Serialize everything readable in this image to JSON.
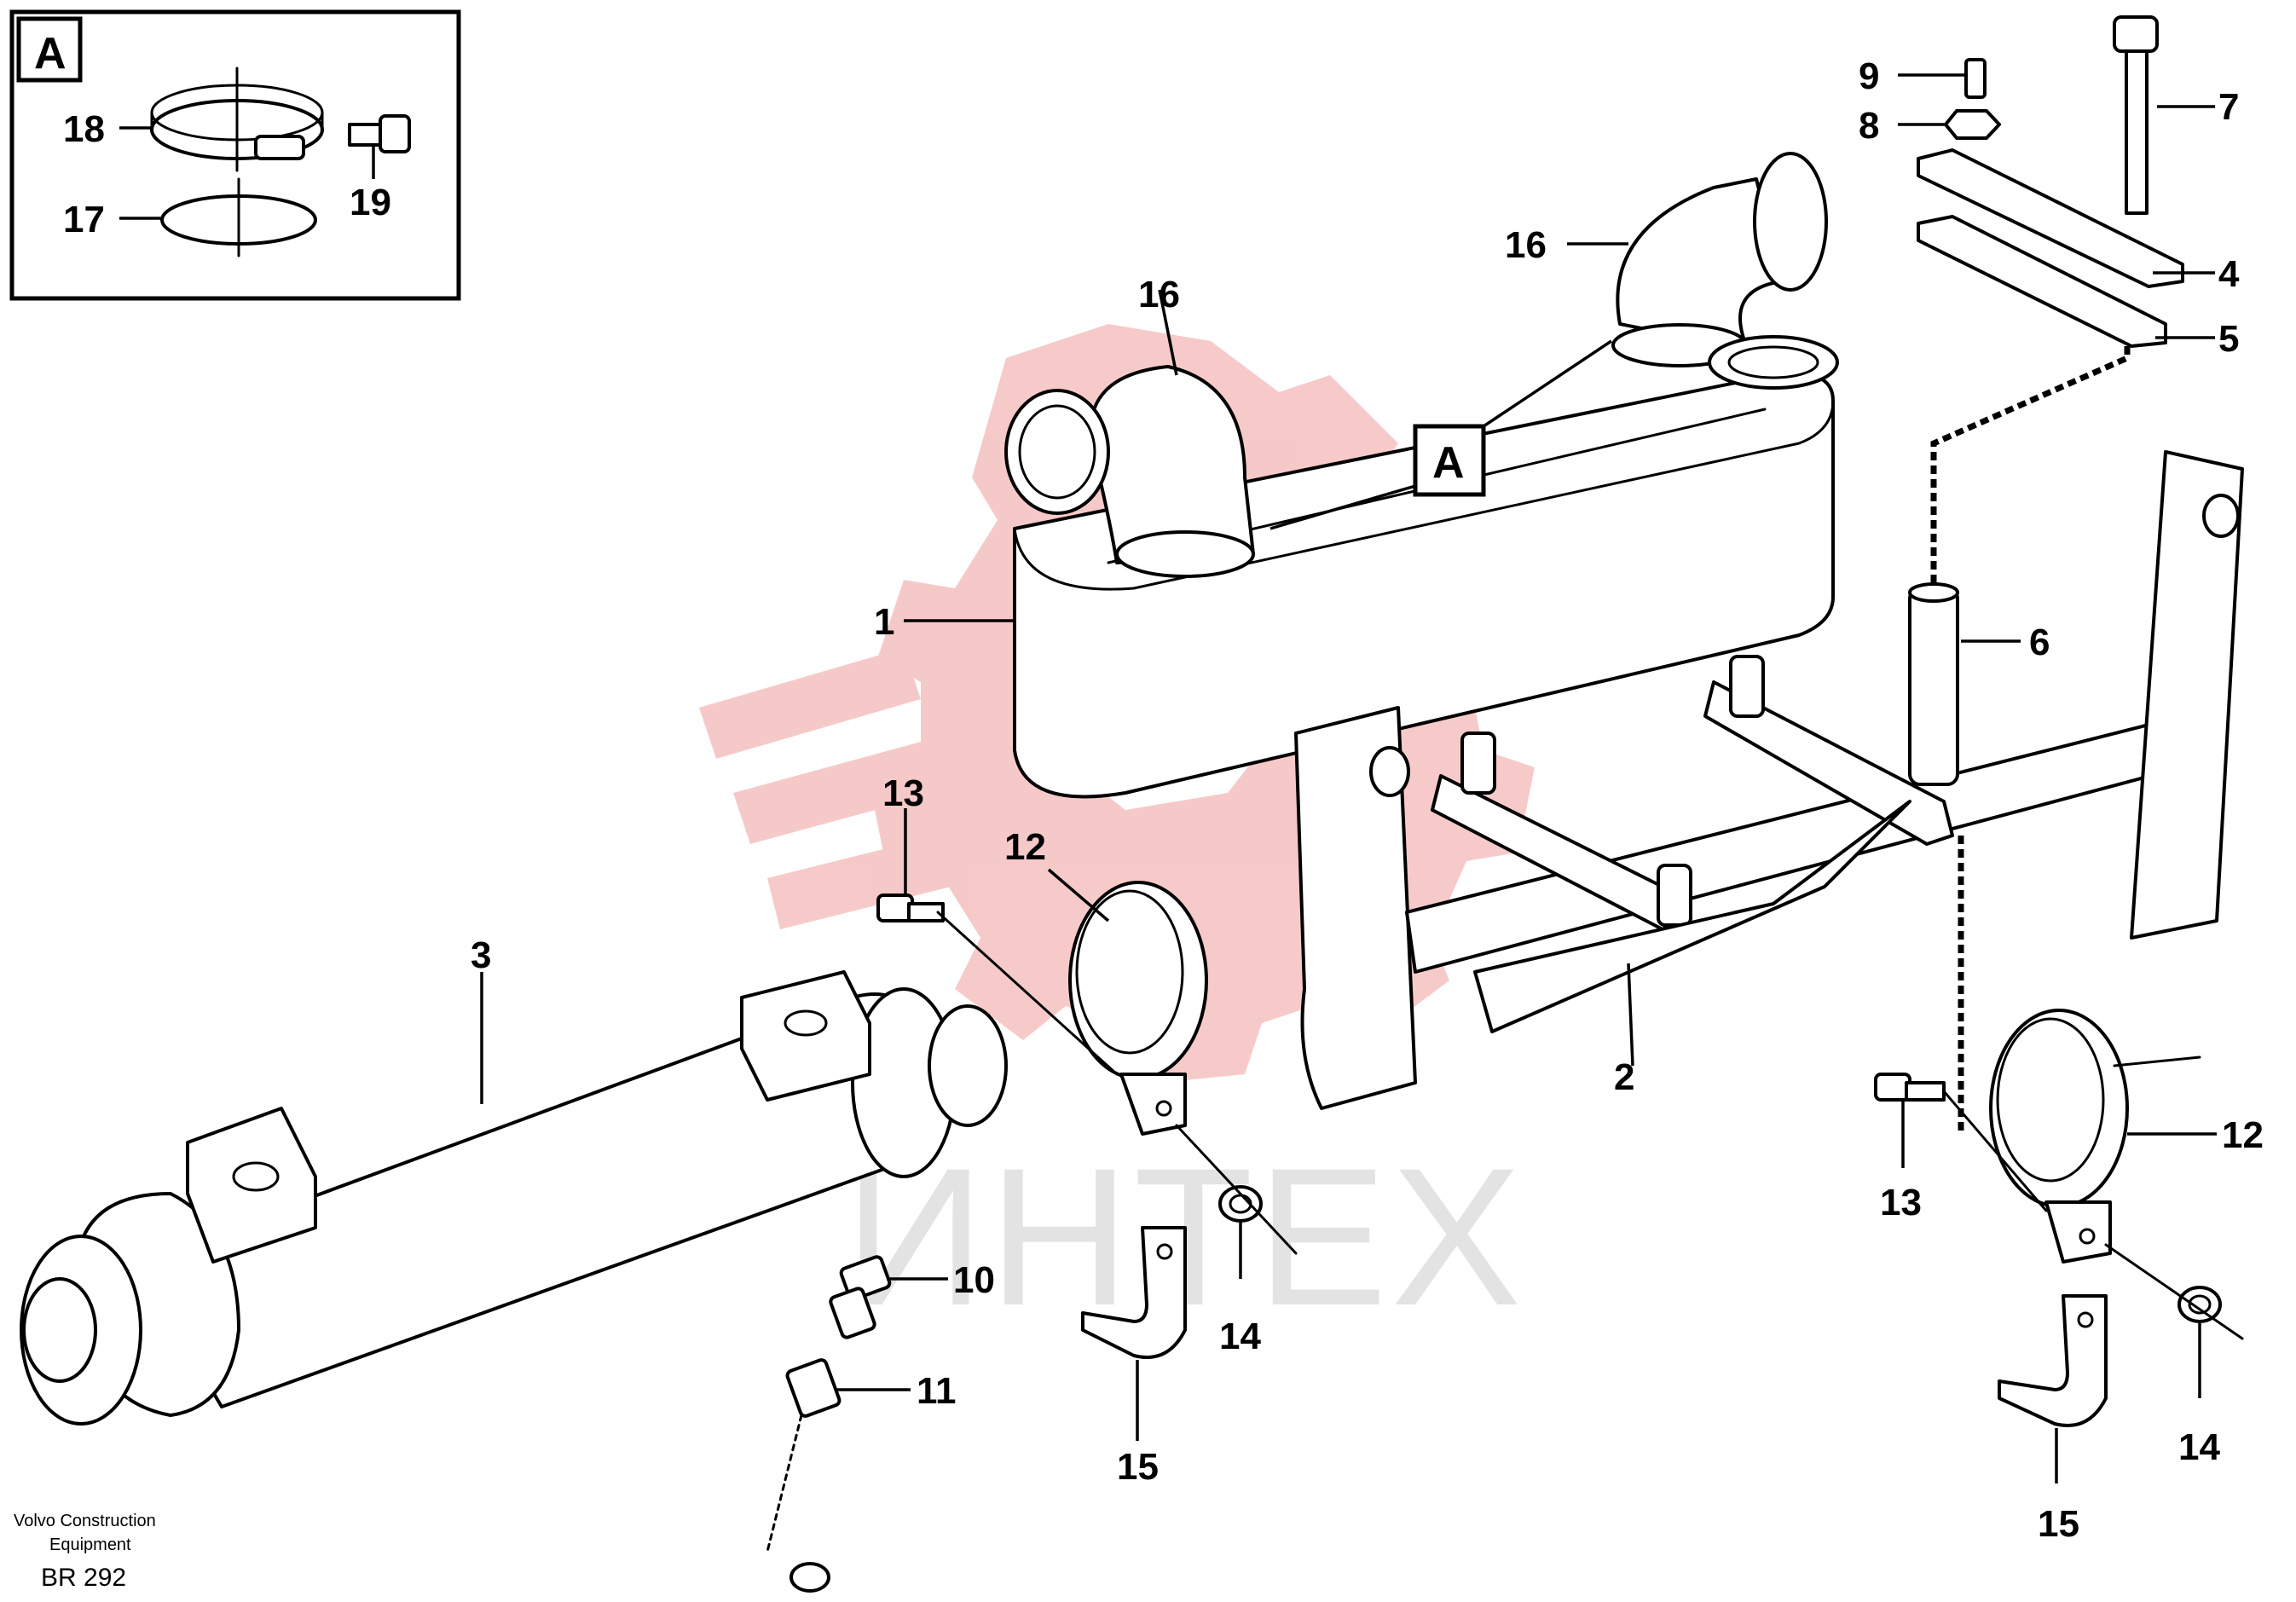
{
  "detail_box": {
    "label": "A"
  },
  "detail_reference": {
    "label": "A"
  },
  "callouts": {
    "n1": "1",
    "n2": "2",
    "n3": "3",
    "n4": "4",
    "n5": "5",
    "n6": "6",
    "n7": "7",
    "n8": "8",
    "n9": "9",
    "n10": "10",
    "n11": "11",
    "n12a": "12",
    "n12b": "12",
    "n13a": "13",
    "n13b": "13",
    "n14a": "14",
    "n14b": "14",
    "n15a": "15",
    "n15b": "15",
    "n16a": "16",
    "n16b": "16",
    "n17": "17",
    "n18": "18",
    "n19": "19"
  },
  "watermark": {
    "text": "ИНТЕХ",
    "color": "#f6c4c4"
  },
  "footer": {
    "company_line1": "Volvo Construction",
    "company_line2": "Equipment",
    "drawing_code": "BR 292"
  }
}
